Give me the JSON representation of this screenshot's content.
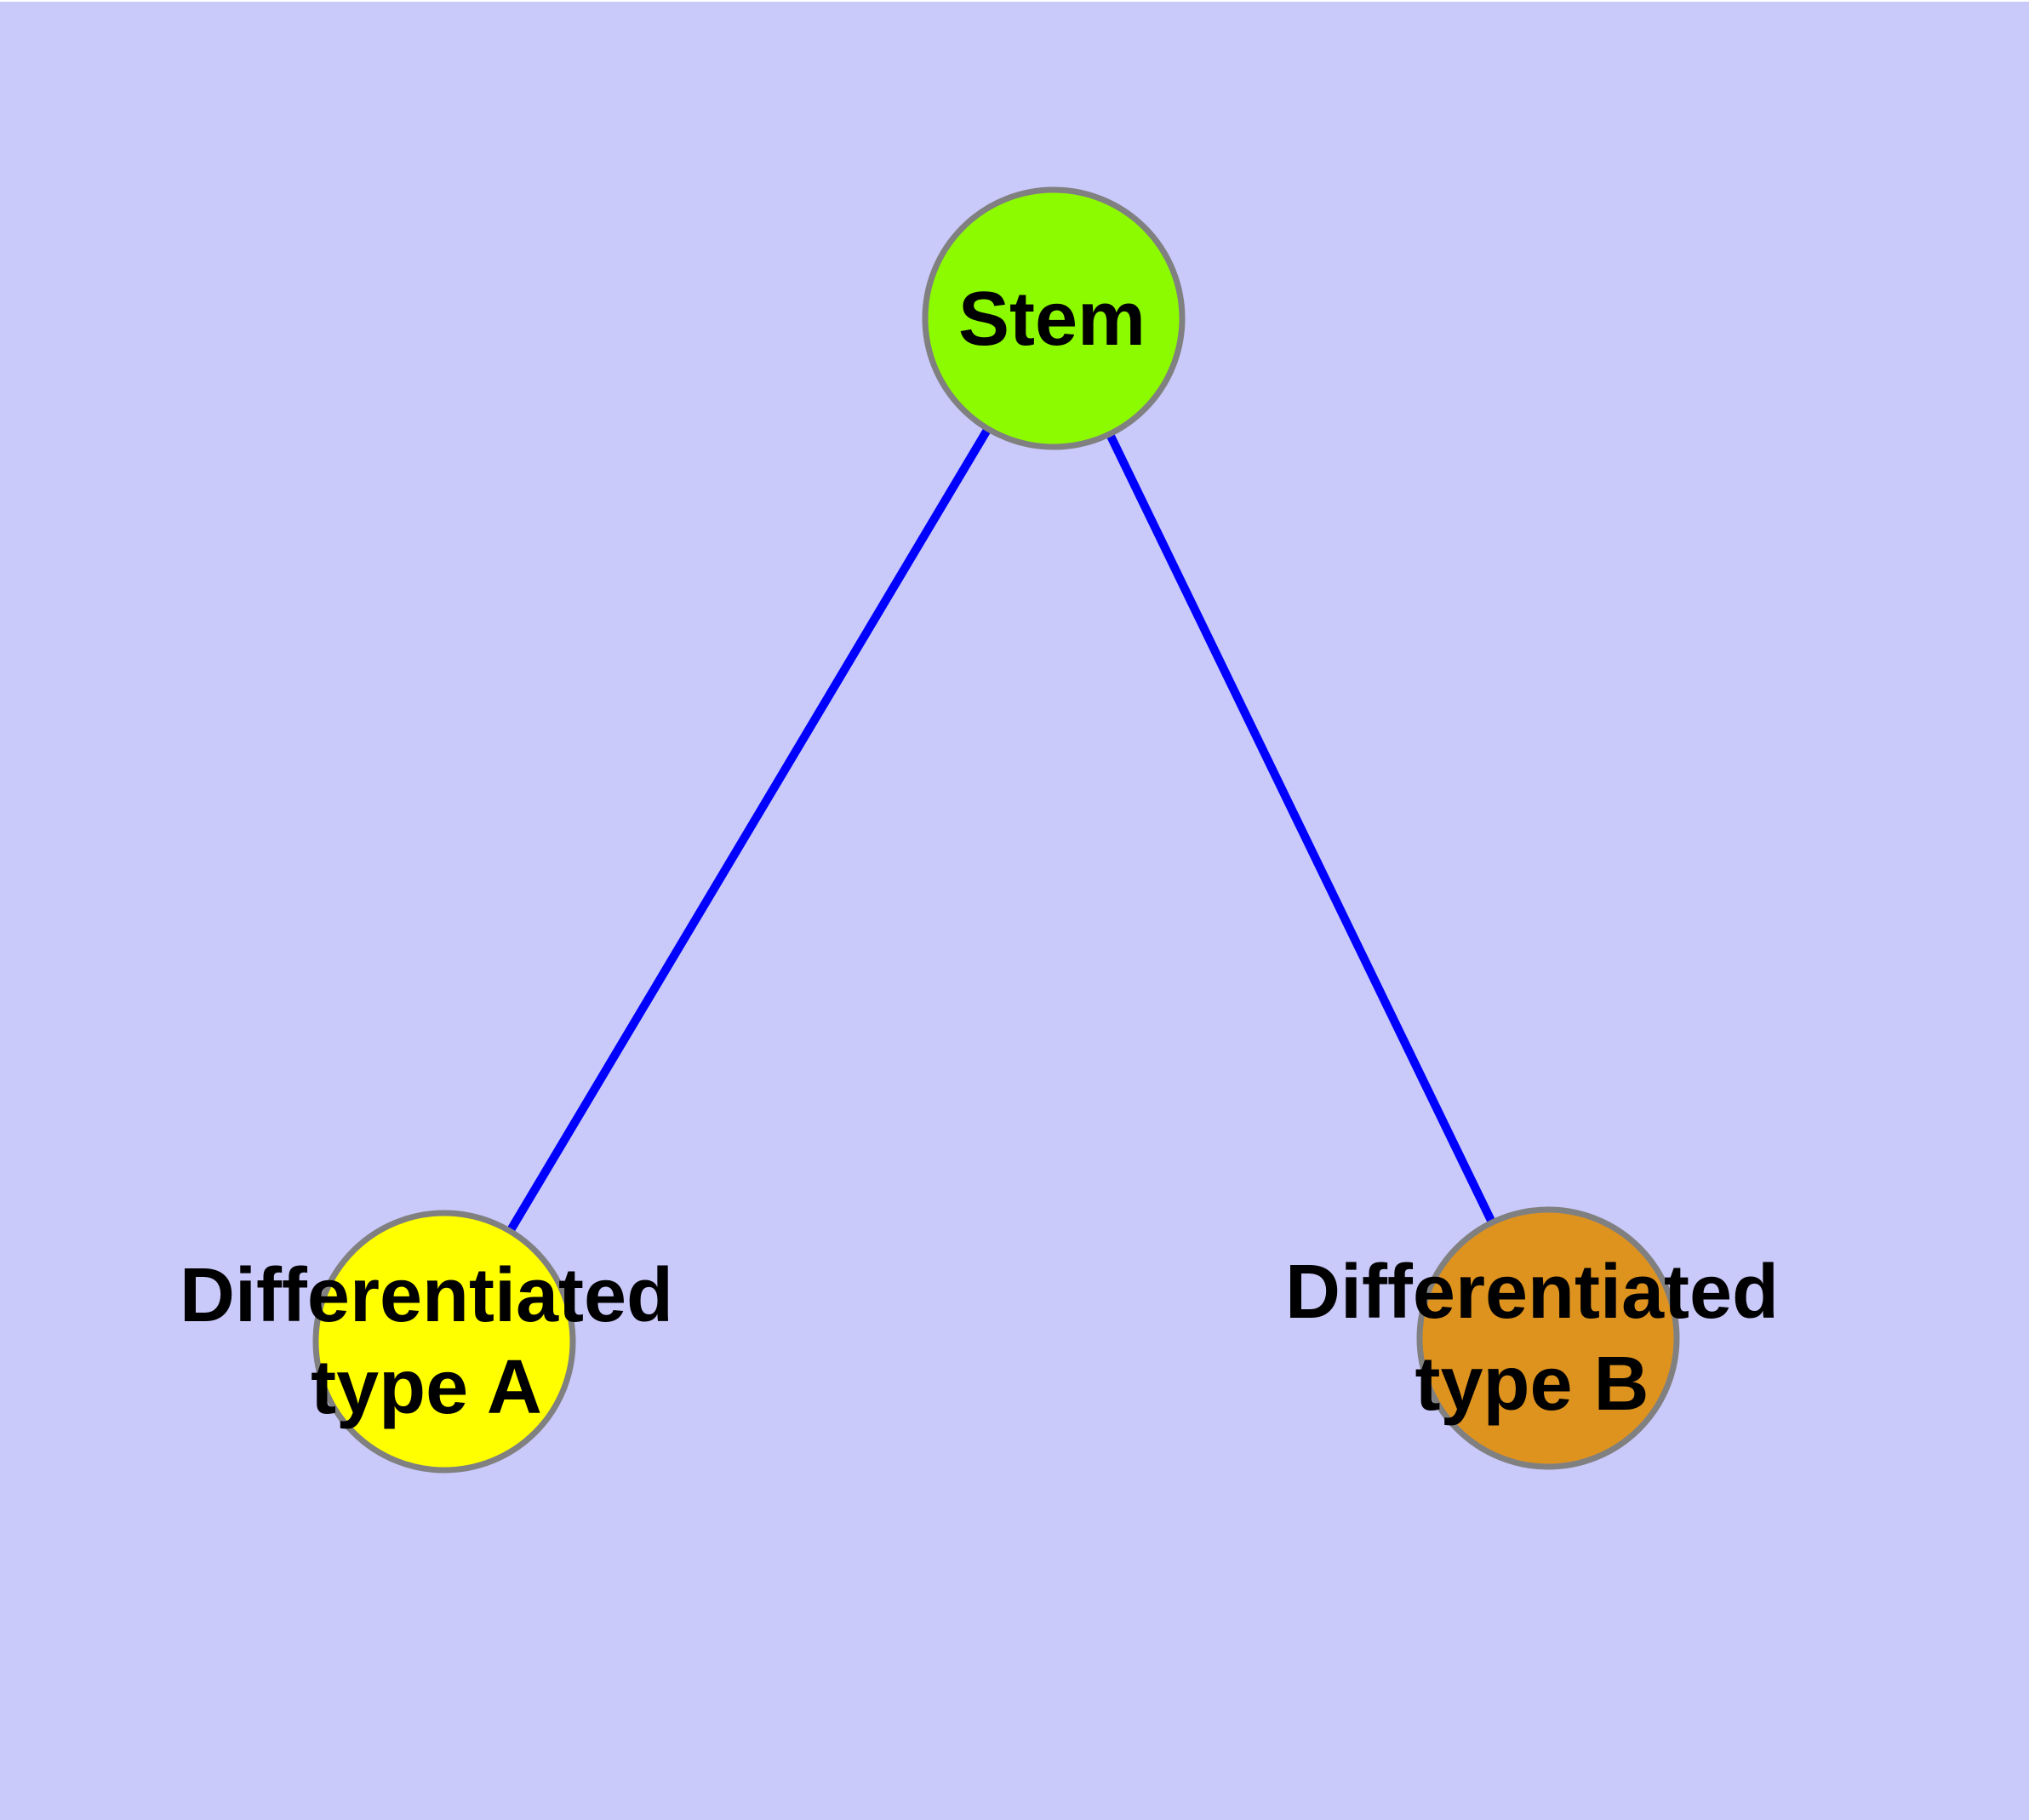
{
  "diagram": {
    "type": "graph",
    "background_color": "#C9C9FA",
    "top_margin_color": "#FFFFFF",
    "edge_color": "#0000FF",
    "node_border_color": "#808080",
    "label_color": "#000000",
    "nodes": [
      {
        "id": "stem",
        "label_lines": [
          "Stem"
        ],
        "fill": "#8DFB00"
      },
      {
        "id": "diff-a",
        "label_lines": [
          "Differentiated",
          "type A"
        ],
        "fill": "#FFFF00"
      },
      {
        "id": "diff-b",
        "label_lines": [
          "Differentiated",
          "type B"
        ],
        "fill": "#DF931F"
      }
    ],
    "edges": [
      {
        "from": "stem",
        "to": "diff-a"
      },
      {
        "from": "stem",
        "to": "diff-b"
      }
    ]
  }
}
